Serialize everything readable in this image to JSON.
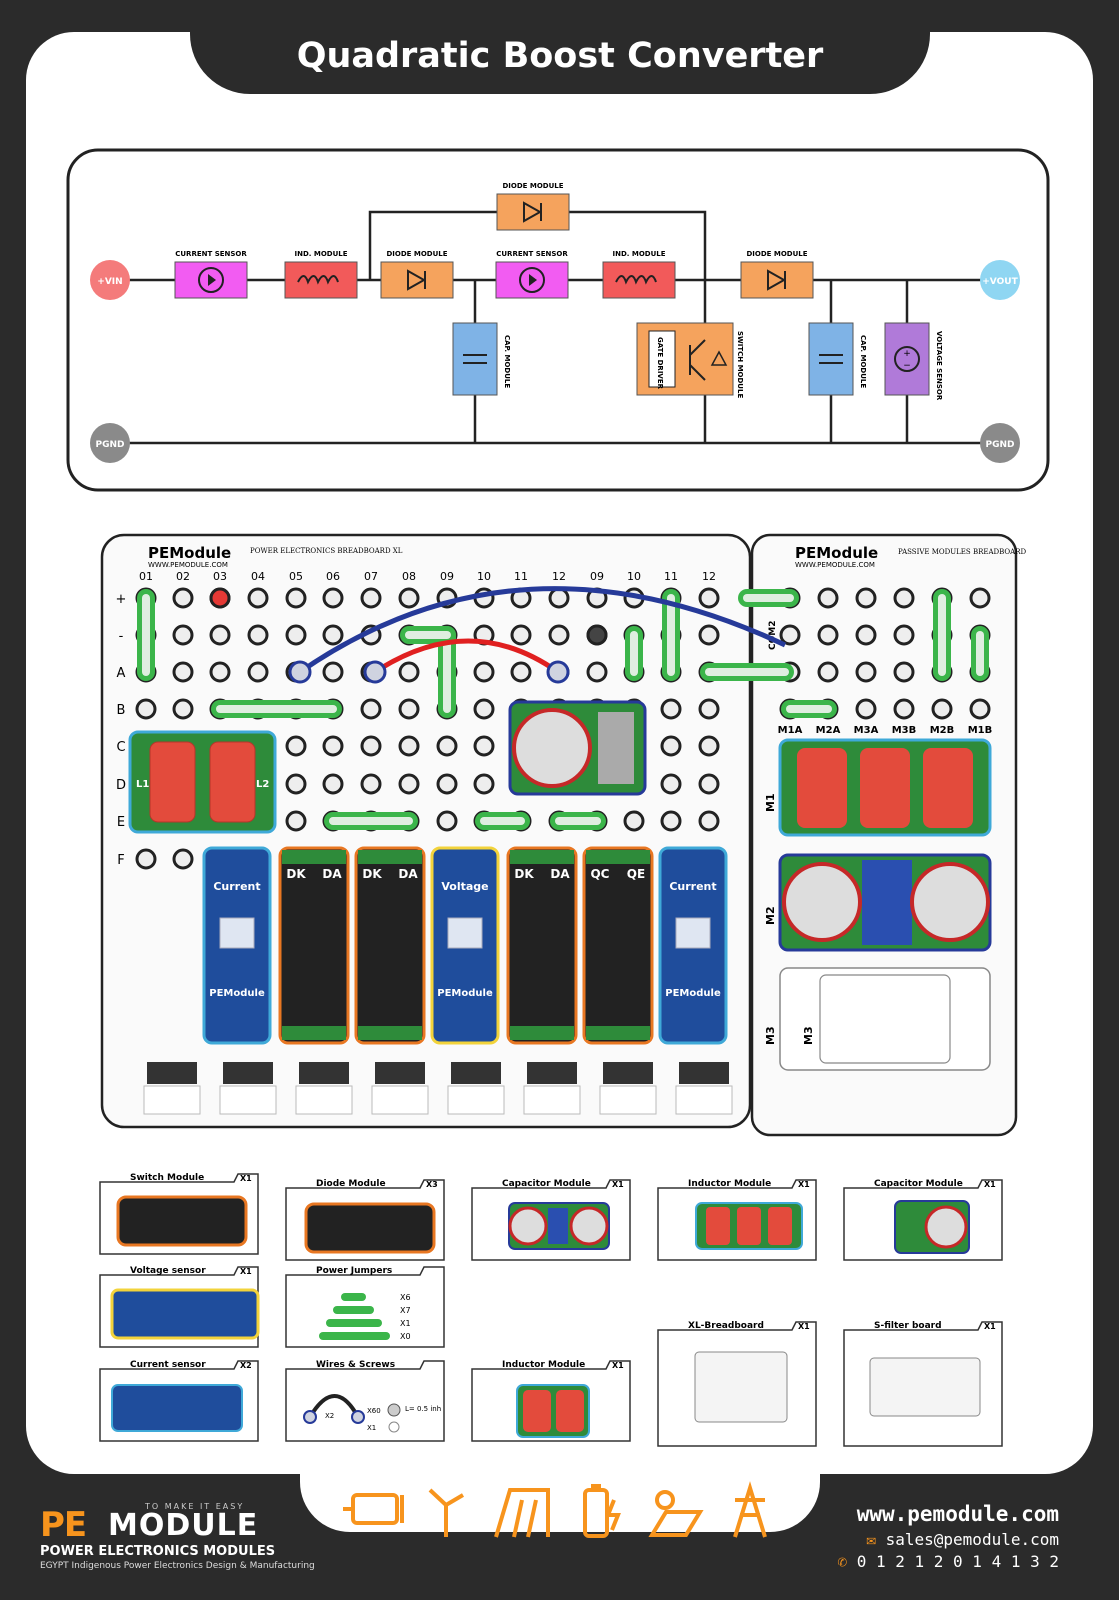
{
  "title": "Quadratic Boost Converter",
  "schematic": {
    "nodes": {
      "vin": "+VIN",
      "vout": "+VOUT",
      "pgnd_left": "PGND",
      "pgnd_right": "PGND"
    },
    "blocks": {
      "current_sensor_1": "CURRENT SENSOR",
      "ind_module_1": "IND. MODULE",
      "diode_module_1": "DIODE MODULE",
      "current_sensor_2": "CURRENT SENSOR",
      "ind_module_2": "IND. MODULE",
      "diode_module_top": "DIODE MODULE",
      "diode_module_out": "DIODE MODULE",
      "cap_module_1": "CAP. MODULE",
      "cap_module_2": "CAP. MODULE",
      "gate_driver": "GATE DRIVER",
      "switch_module": "SWITCH MODULE",
      "voltage_sensor": "VOLTAGE SENSOR"
    }
  },
  "breadboard_xl": {
    "brand": "PEModule",
    "url": "WWW.PEMODULE.COM",
    "name": "POWER ELECTRONICS BREADBOARD XL",
    "columns_left": [
      "01",
      "02",
      "03",
      "04",
      "05",
      "06",
      "07",
      "08",
      "09",
      "10",
      "11",
      "12"
    ],
    "columns_right": [
      "09",
      "10",
      "11",
      "12"
    ],
    "rows": [
      "+",
      "-",
      "A",
      "B",
      "C",
      "D",
      "E",
      "F"
    ],
    "modules": [
      {
        "type": "sensor",
        "label": "Current"
      },
      {
        "type": "switch",
        "left": "DK",
        "right": "DA"
      },
      {
        "type": "switch",
        "left": "DK",
        "right": "DA"
      },
      {
        "type": "sensor",
        "label": "Voltage"
      },
      {
        "type": "switch",
        "left": "DK",
        "right": "DA"
      },
      {
        "type": "switch",
        "left": "QC",
        "right": "QE"
      },
      {
        "type": "sensor",
        "label": "Current"
      }
    ],
    "inductor_labels": [
      "L1",
      "L2"
    ]
  },
  "passive_board": {
    "brand": "PEModule",
    "url": "WWW.PEMODULE.COM",
    "name": "PASSIVE MODULES BREADBOARD",
    "com_label": "COM2",
    "pin_labels": [
      "M1A",
      "M2A",
      "M3A",
      "M3B",
      "M2B",
      "M1B"
    ],
    "side_labels": [
      "M1",
      "M2",
      "M3",
      "M3"
    ]
  },
  "kit": [
    {
      "name": "Switch Module",
      "qty": "X1"
    },
    {
      "name": "Diode Module",
      "qty": "X3"
    },
    {
      "name": "Capacitor Module",
      "qty": "X1"
    },
    {
      "name": "Inductor Module",
      "qty": "X1"
    },
    {
      "name": "Capacitor Module",
      "qty": "X1"
    },
    {
      "name": "Voltage sensor",
      "qty": "X1"
    },
    {
      "name": "Power Jumpers",
      "qty": ""
    },
    {
      "name": "Current sensor",
      "qty": "X2"
    },
    {
      "name": "Wires & Screws",
      "qty": ""
    },
    {
      "name": "Inductor Module",
      "qty": "X1"
    },
    {
      "name": "XL-Breadboard",
      "qty": "X1"
    },
    {
      "name": "S-filter board",
      "qty": "X1"
    }
  ],
  "jumpers": [
    "X6",
    "X7",
    "X1",
    "X0"
  ],
  "wires": {
    "wire_qty": "X2",
    "screw_qty": "X60",
    "screw_note": "L= 0.5 inh",
    "washer_qty": "X1"
  },
  "footer": {
    "brand_pe": "PE",
    "brand_module": "MODULE",
    "tagline": "TO MAKE IT EASY",
    "subtitle": "POWER ELECTRONICS MODULES",
    "subtitle2": "EGYPT Indigenous Power Electronics Design & Manufacturing",
    "website": "www.pemodule.com",
    "email": "sales@pemodule.com",
    "phone": "0 1 2 1 2 0 1 4 1 3 2",
    "icons": [
      "motor-icon",
      "wind-turbine-icon",
      "welding-icon",
      "battery-icon",
      "solar-panel-icon",
      "power-tower-icon"
    ]
  },
  "colors": {
    "background": "#2b2b2b",
    "current_sensor": "#f25cf2",
    "inductor": "#f25a5a",
    "diode": "#f5a35d",
    "capacitor": "#7fb3e6",
    "switch": "#f5a35d",
    "voltage_sensor": "#b07ad9",
    "vin": "#f47b7b",
    "vout": "#8fd6f2",
    "pgnd": "#8a8a8a",
    "accent": "#f7941d",
    "jumper": "#3bb54a"
  }
}
